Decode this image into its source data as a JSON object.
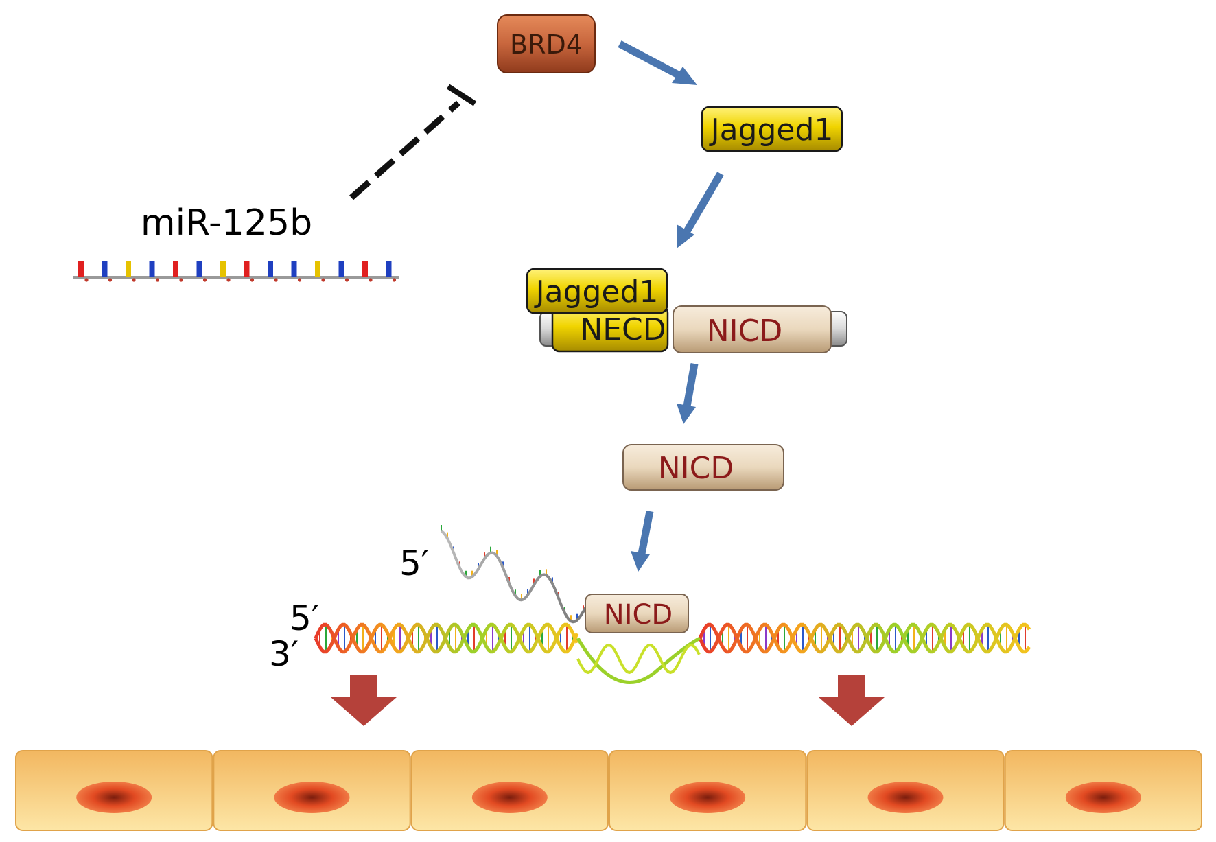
{
  "labels": {
    "brd4": "BRD4",
    "jagged1_top": "Jagged1",
    "jagged1_bound": "Jagged1",
    "necd": "NECD",
    "nicd_receptor": "NICD",
    "nicd_free": "NICD",
    "nicd_dna": "NICD",
    "mirna": "miR-125b",
    "rna_5prime": "5′",
    "dna_5prime": "5′",
    "dna_3prime": "3′"
  },
  "colors": {
    "activation_arrow": "#4a76b0",
    "inhibition_line": "#111111",
    "brd4_box": "#c8663d",
    "jagged_box": "#f0d400",
    "nicd_box": "#ead8bd",
    "nicd_text": "#8b1a1a",
    "down_arrow": "#b5413a",
    "cell": "#f8c66c",
    "nucleus": "#e85a2c"
  },
  "cells": {
    "count": 6
  }
}
